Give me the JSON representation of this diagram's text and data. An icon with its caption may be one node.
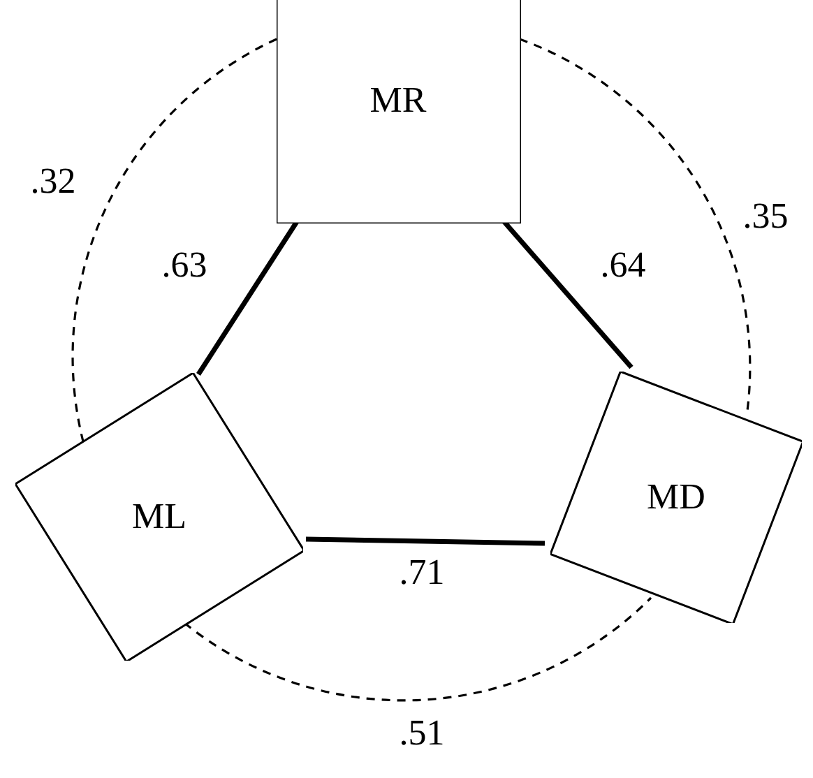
{
  "diagram": {
    "nodes": [
      {
        "text": [
          "MR"
        ]
      },
      {
        "text": [
          "ML"
        ]
      },
      {
        "text": [
          "MD"
        ]
      }
    ],
    "edges": [
      {
        "from": 0,
        "to": 1,
        "arrow": "none",
        "label": ".63",
        "style": "thick"
      },
      {
        "from": 0,
        "to": 2,
        "arrow": "none",
        "label": ".64",
        "style": "thick"
      },
      {
        "from": 1,
        "to": 2,
        "arrow": "none",
        "label": ".71",
        "style": "thick"
      },
      {
        "from": 0,
        "to": 1,
        "arrow": "none",
        "label": ".32",
        "style": "dashed"
      },
      {
        "from": 0,
        "to": 2,
        "arrow": "none",
        "label": ".35",
        "style": "dashed"
      },
      {
        "from": 1,
        "to": 2,
        "arrow": "none",
        "label": ".51",
        "style": "dashed"
      }
    ]
  }
}
